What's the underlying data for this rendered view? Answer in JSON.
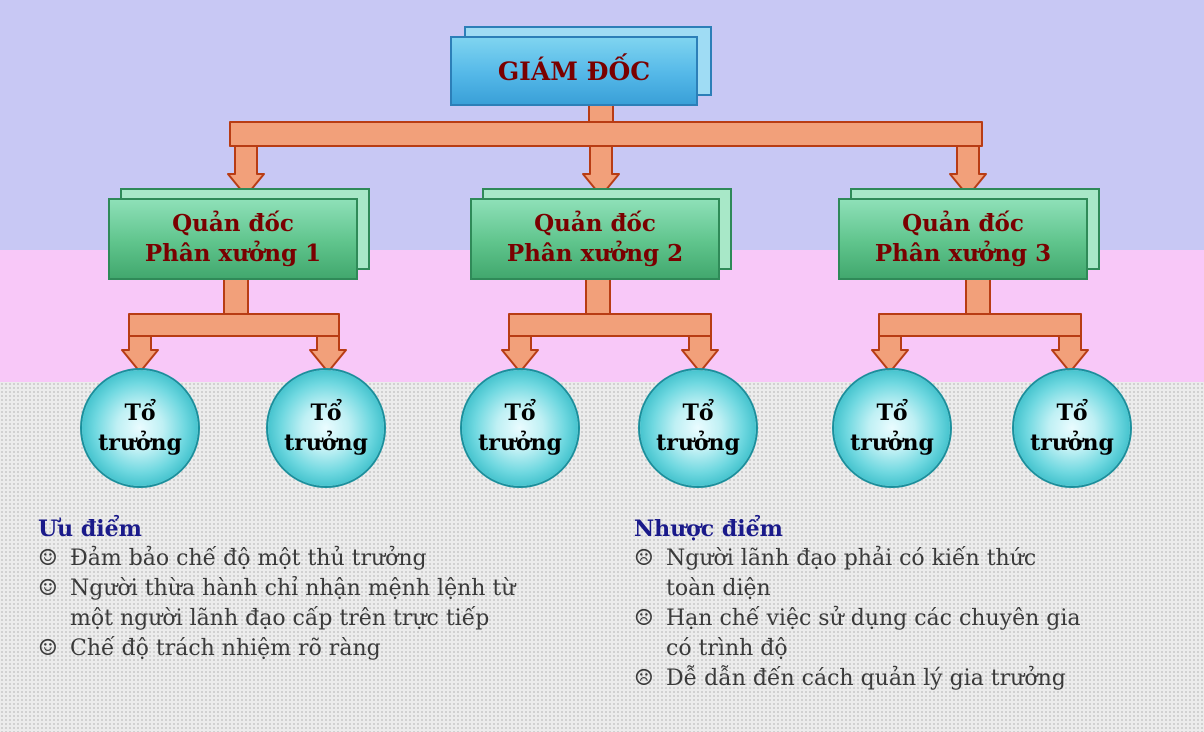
{
  "top": {
    "title": "GIÁM ĐỐC"
  },
  "managers": [
    {
      "line1": "Quản đốc",
      "line2": "Phân xưởng 1"
    },
    {
      "line1": "Quản đốc",
      "line2": "Phân xưởng 2"
    },
    {
      "line1": "Quản đốc",
      "line2": "Phân xưởng 3"
    }
  ],
  "leaders": [
    {
      "line1": "Tổ",
      "line2": "trưởng"
    },
    {
      "line1": "Tổ",
      "line2": "trưởng"
    },
    {
      "line1": "Tổ",
      "line2": "trưởng"
    },
    {
      "line1": "Tổ",
      "line2": "trưởng"
    },
    {
      "line1": "Tổ",
      "line2": "trưởng"
    },
    {
      "line1": "Tổ",
      "line2": "trưởng"
    }
  ],
  "advantages": {
    "heading": "Ưu điểm",
    "icon": "☺",
    "items": [
      {
        "line1": "Đảm bảo chế độ một thủ trưởng",
        "line2": ""
      },
      {
        "line1": "Người thừa hành chỉ nhận mệnh lệnh từ",
        "line2": "một người lãnh đạo cấp trên trực tiếp"
      },
      {
        "line1": "Chế độ trách nhiệm rõ ràng",
        "line2": ""
      }
    ]
  },
  "disadvantages": {
    "heading": "Nhược điểm",
    "icon": "☹",
    "items": [
      {
        "line1": "Người lãnh đạo phải có kiến thức",
        "line2": "toàn diện"
      },
      {
        "line1": "Hạn chế việc sử dụng các chuyên gia",
        "line2": "có trình độ"
      },
      {
        "line1": "Dễ dẫn đến cách quản lý gia trưởng",
        "line2": ""
      }
    ]
  },
  "colors": {
    "arrow_fill": "#f2a07a",
    "arrow_edge": "#b83c14",
    "band_top": "#c8c8f4",
    "band_mid": "#f8c8f8",
    "text_dark_red": "#7a0000",
    "heading_blue": "#1a1a8a"
  }
}
